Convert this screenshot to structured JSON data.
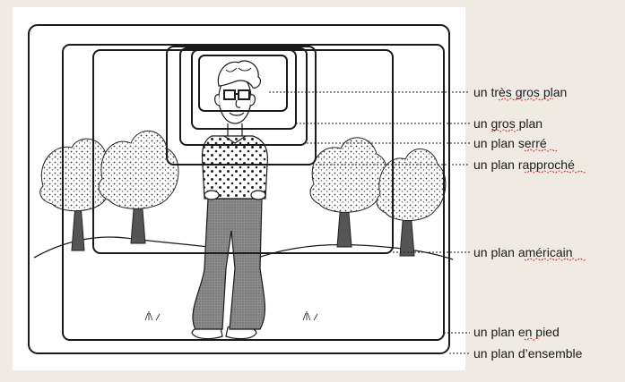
{
  "diagram": {
    "labels": [
      {
        "id": "tres-gros-plan",
        "text": "un très gros plan",
        "flagged": [
          "gros"
        ]
      },
      {
        "id": "gros-plan",
        "text": "un gros plan",
        "flagged": [
          "gros"
        ]
      },
      {
        "id": "plan-serre",
        "text": "un plan serré",
        "flagged": [
          "serré"
        ]
      },
      {
        "id": "plan-rapproche",
        "text": "un plan rapproché",
        "flagged": [
          "rapproché"
        ]
      },
      {
        "id": "plan-americain",
        "text": "un plan américain",
        "flagged": [
          "américain"
        ]
      },
      {
        "id": "plan-en-pied",
        "text": "un plan en pied",
        "flagged": [
          "en"
        ]
      },
      {
        "id": "plan-ensemble",
        "text": "un plan d’ensemble",
        "flagged": []
      }
    ]
  },
  "colors": {
    "background": "#efebe4",
    "panel": "#ffffff",
    "ink": "#1a1a1a",
    "spellcheck": "#d03030"
  }
}
